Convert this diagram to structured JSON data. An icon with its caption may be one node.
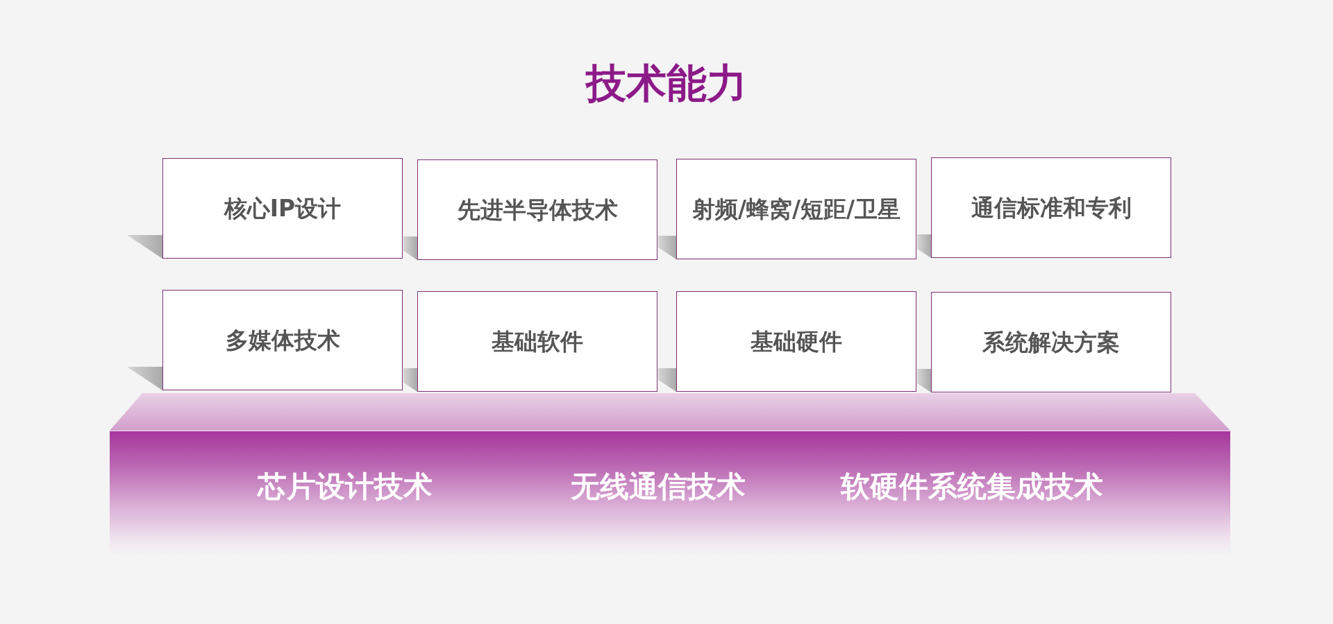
{
  "diagram": {
    "title": "技术能力",
    "nodes": [
      {
        "text": [
          "核心IP设计"
        ]
      },
      {
        "text": [
          "先进半导体技术"
        ]
      },
      {
        "text": [
          "射频/蜂窝/短距/卫星"
        ]
      },
      {
        "text": [
          "通信标准和专利"
        ]
      },
      {
        "text": [
          "多媒体技术"
        ]
      },
      {
        "text": [
          "基础软件"
        ]
      },
      {
        "text": [
          "基础硬件"
        ]
      },
      {
        "text": [
          "系统解决方案"
        ]
      },
      {
        "text": [],
        "shape": "trapezoid"
      },
      {
        "text": [
          "芯片设计技术",
          "无线通信技术",
          "软硬件系统集成技术"
        ]
      }
    ]
  }
}
